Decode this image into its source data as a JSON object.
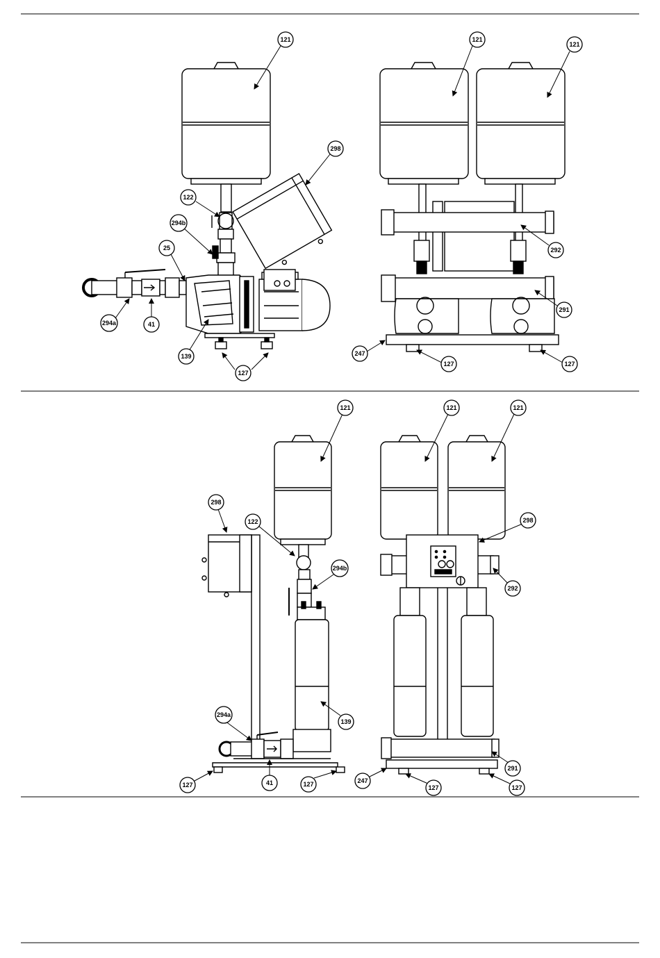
{
  "diagram_a": {
    "c_left_tank": "121",
    "c_right_tank1": "121",
    "c_right_tank2": "121",
    "c_control": "298",
    "c_valve": "122",
    "c_check": "294b",
    "c_plug": "25",
    "c_ball": "294a",
    "c_nonreturn": "41",
    "c_pump": "139",
    "c_feet": "127",
    "c_top_manifold": "292",
    "c_bottom_manifold": "291",
    "c_base": "247",
    "c_foot1": "127",
    "c_foot2": "127"
  },
  "diagram_b": {
    "c_left_tank": "121",
    "c_right_tank1": "121",
    "c_right_tank2": "121",
    "c_control_left": "298",
    "c_valve": "122",
    "c_check": "294b",
    "c_ball": "294a",
    "c_pump": "139",
    "c_foot_left": "127",
    "c_nonreturn": "41",
    "c_foot_mid": "127",
    "c_control_right": "298",
    "c_manifold_top": "292",
    "c_manifold_bottom": "291",
    "c_base": "247",
    "c_foot1": "127",
    "c_foot2": "127"
  }
}
